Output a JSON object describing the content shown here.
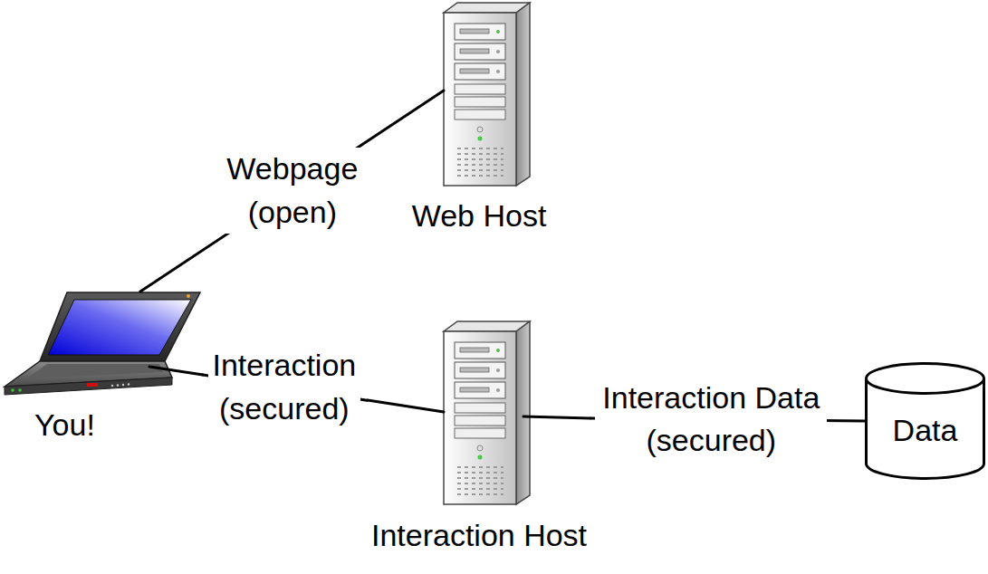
{
  "diagram": {
    "nodes": [
      {
        "text": [
          "You!"
        ]
      },
      {
        "text": [
          "Web Host"
        ]
      },
      {
        "text": [
          "Interaction Host"
        ]
      },
      {
        "text": [
          "Data"
        ]
      }
    ],
    "edges": [
      {
        "from": 0,
        "to": 1,
        "arrow": "none",
        "label": "Webpage (open)"
      },
      {
        "from": 0,
        "to": 2,
        "arrow": "none",
        "label": "Interaction (secured)"
      },
      {
        "from": 2,
        "to": 3,
        "arrow": "none",
        "label": "Interaction Data (secured)"
      }
    ]
  }
}
